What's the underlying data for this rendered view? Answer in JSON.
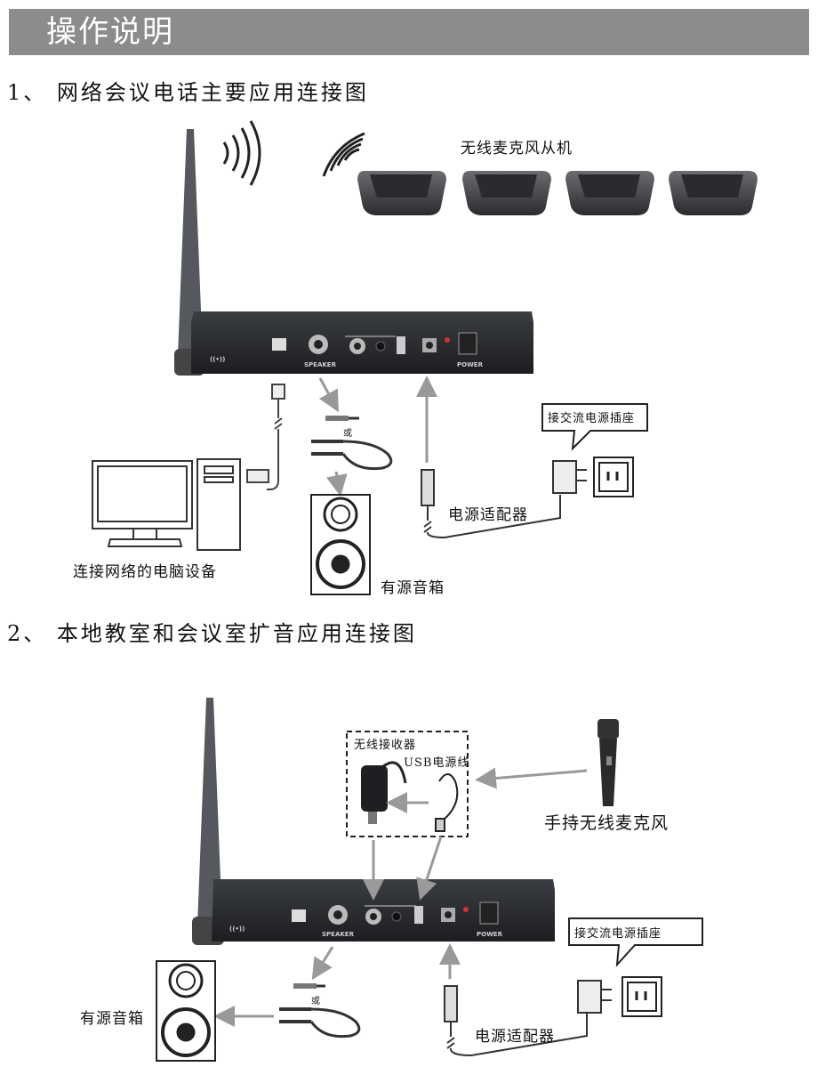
{
  "header": {
    "title": "操作说明"
  },
  "section1": {
    "title": "1、 网络会议电话主要应用连接图",
    "wireless_mics": "无线麦克风从机",
    "ac_socket": "接交流电源插座",
    "power_adapter": "电源适配器",
    "computer": "连接网络的电脑设备",
    "speaker": "有源音箱",
    "or_label": "或"
  },
  "section2": {
    "title": "2、 本地教室和会议室扩音应用连接图",
    "receiver": "无线接收器",
    "usb_cable": "USB电源线",
    "handheld_mic": "手持无线麦克风",
    "ac_socket": "接交流电源插座",
    "power_adapter": "电源适配器",
    "speaker": "有源音箱",
    "or_label": "或"
  },
  "device_panel": {
    "speaker_port": "SPEAKER",
    "power_switch": "POWER"
  }
}
